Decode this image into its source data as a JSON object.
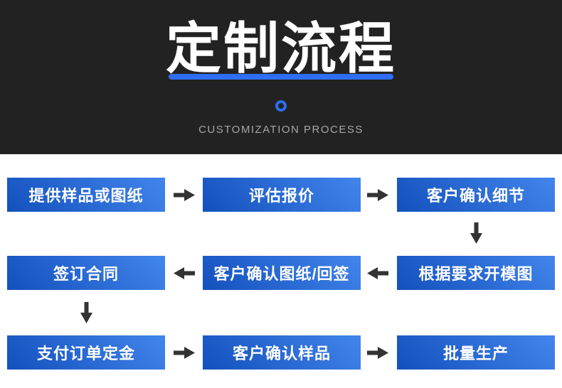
{
  "header": {
    "title": "定制流程",
    "subtitle": "CUSTOMIZATION PROCESS"
  },
  "flow": {
    "steps": [
      {
        "label": "提供样品或图纸"
      },
      {
        "label": "评估报价"
      },
      {
        "label": "客户确认细节"
      },
      {
        "label": "根据要求开模图"
      },
      {
        "label": "客户确认图纸/回签"
      },
      {
        "label": "签订合同"
      },
      {
        "label": "支付订单定金"
      },
      {
        "label": "客户确认样品"
      },
      {
        "label": "批量生产"
      }
    ],
    "arrows": [
      {
        "from": 0,
        "to": 1,
        "direction": "right"
      },
      {
        "from": 1,
        "to": 2,
        "direction": "right"
      },
      {
        "from": 2,
        "to": 3,
        "direction": "down"
      },
      {
        "from": 3,
        "to": 4,
        "direction": "left"
      },
      {
        "from": 4,
        "to": 5,
        "direction": "left"
      },
      {
        "from": 5,
        "to": 6,
        "direction": "down"
      },
      {
        "from": 6,
        "to": 7,
        "direction": "right"
      },
      {
        "from": 7,
        "to": 8,
        "direction": "right"
      }
    ]
  },
  "colors": {
    "header_bg": "#222222",
    "accent": "#2e6ef2",
    "box_dark": "#1350bc",
    "box_light": "#4285ec",
    "arrow": "#333333"
  }
}
